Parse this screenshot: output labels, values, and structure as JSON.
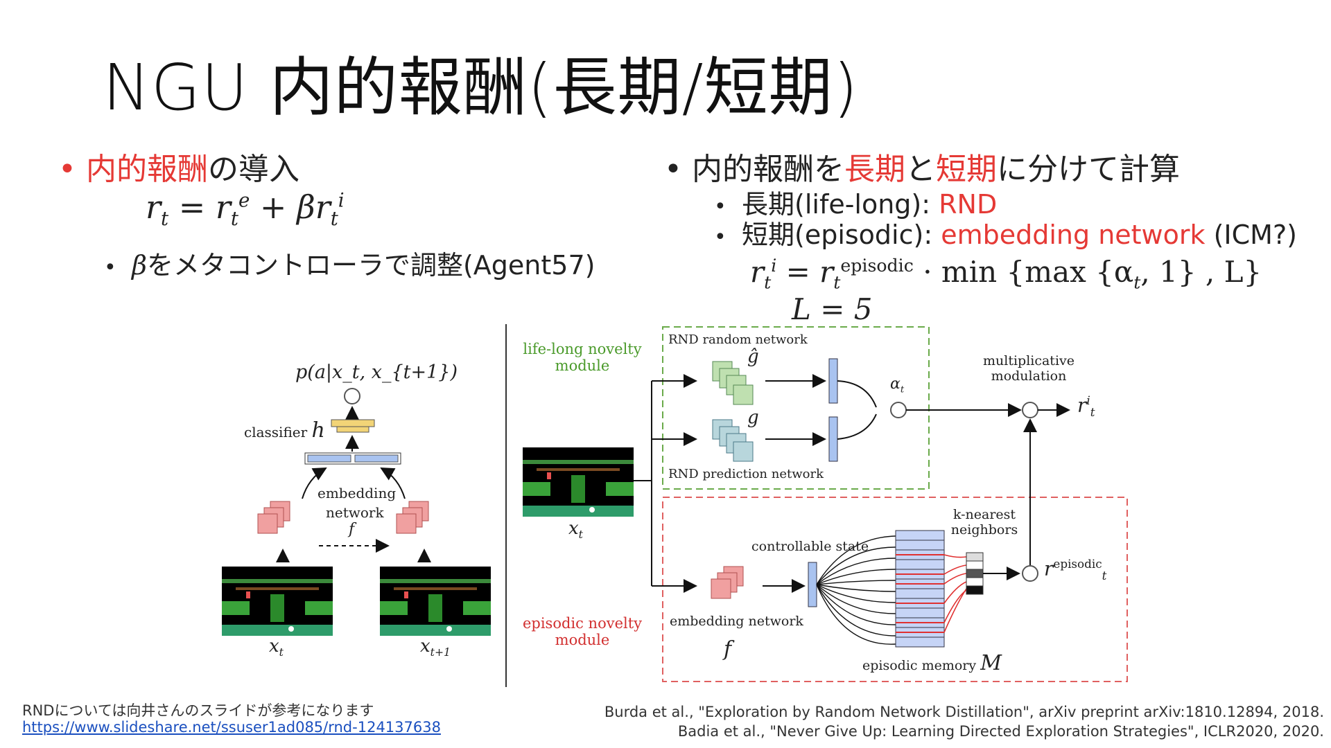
{
  "slide": {
    "title": "NGU 内的報酬(長期/短期)"
  },
  "left": {
    "bullet1_red": "内的報酬",
    "bullet1_rest": "の導入",
    "eq_lhs": "r",
    "eq_lhs_sub": "t",
    "eq_mid": " = r",
    "eq_mid_sub": "t",
    "eq_mid_sup": "e",
    "eq_plus": " + βr",
    "eq_plus_sub": "t",
    "eq_plus_sup": "i",
    "sub_beta": "β",
    "sub_rest": "をメタコントローラで調整(Agent57)"
  },
  "right": {
    "b1_a": "内的報酬を",
    "b1_red1": "長期",
    "b1_b": "と",
    "b1_red2": "短期",
    "b1_c": "に分けて計算",
    "s1_a": "長期(life-long): ",
    "s1_red": "RND",
    "s2_a": "短期(episodic): ",
    "s2_red": "embedding network",
    "s2_b": " (ICM?)",
    "eq_r": "r",
    "eq_r_sub": "t",
    "eq_r_sup": "i",
    "eq_eq": " = r",
    "eq_eq_sub": "t",
    "eq_eq_sup": "episodic",
    "eq_rest": " · min {max {α",
    "eq_rest_sub": "t",
    "eq_rest2": ", 1} , L}",
    "eq_L": "L = 5"
  },
  "fig_left": {
    "top_label": "p(a|x_t, x_{t+1})",
    "classifier": "classifier",
    "classifier_h": "h",
    "embedding": "embedding",
    "network": "network",
    "f": "f",
    "x_t": "x",
    "x_t_sub": "t",
    "x_t1": "x",
    "x_t1_sub": "t+1"
  },
  "fig_right": {
    "life_long_1": "life-long novelty",
    "life_long_2": "module",
    "episodic_1": "episodic novelty",
    "episodic_2": "module",
    "rnd_random": "RND random network",
    "rnd_pred": "RND prediction network",
    "g_hat": "ĝ",
    "g": "g",
    "alpha": "α",
    "alpha_sub": "t",
    "mult_1": "multiplicative",
    "mult_2": "modulation",
    "r_i": "r",
    "r_i_sub": "t",
    "r_i_sup": "i",
    "x_t": "x",
    "x_t_sub": "t",
    "controllable": "controllable state",
    "knn_1": "k-nearest",
    "knn_2": "neighbors",
    "embedding": "embedding network",
    "f": "f",
    "memory": "episodic memory",
    "memory_M": "M",
    "r_ep": "r",
    "r_ep_sub": "t",
    "r_ep_sup": "episodic"
  },
  "footer": {
    "note": "RNDについては向井さんのスライドが参考になります",
    "link": "https://www.slideshare.net/ssuser1ad085/rnd-124137638",
    "ref1": "Burda et al., \"Exploration by Random Network Distillation\", arXiv preprint arXiv:1810.12894, 2018.",
    "ref2": "Badia et al., \"Never Give Up: Learning Directed Exploration Strategies\", ICLR2020, 2020."
  },
  "colors": {
    "accent_red": "#e53935",
    "green_box": "#6aaa4a",
    "red_box": "#e06060",
    "link": "#1a4fbf"
  }
}
